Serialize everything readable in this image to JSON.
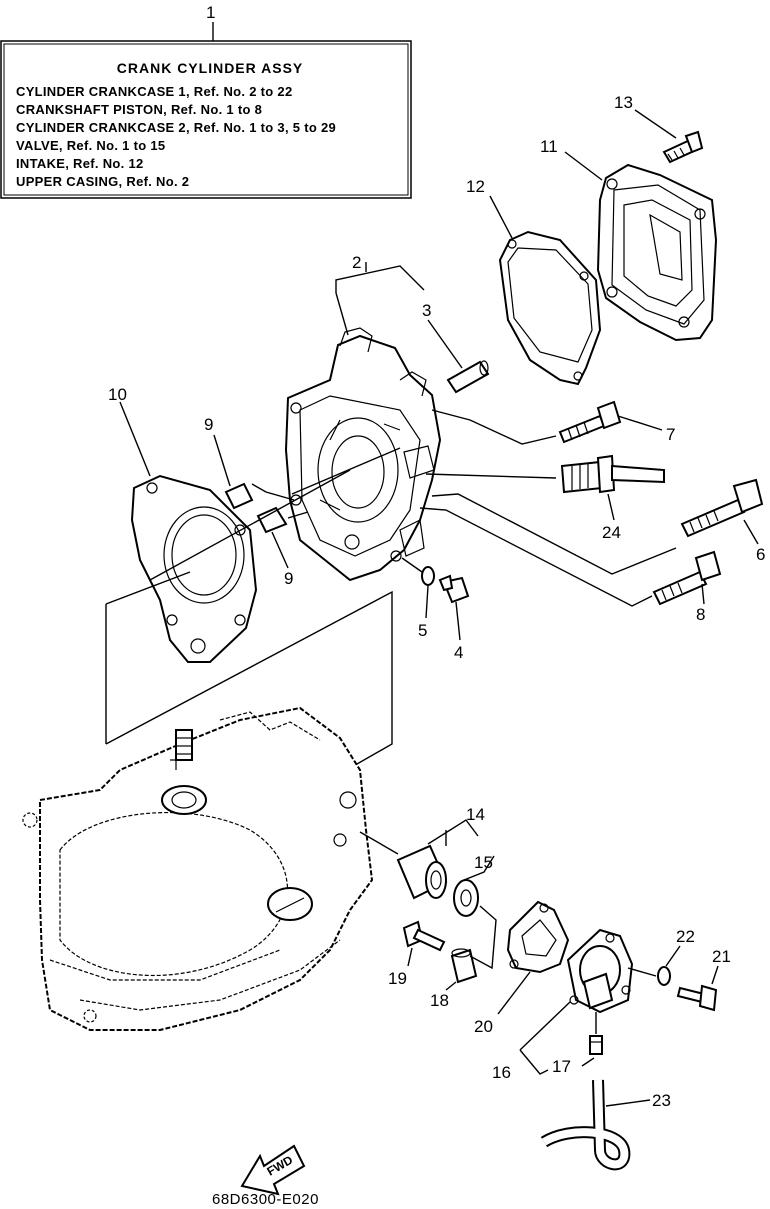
{
  "note_box": {
    "ref_number": "1",
    "title": "CRANK CYLINDER ASSY",
    "lines": [
      "CYLINDER CRANKCASE 1, Ref. No. 2 to 22",
      "CRANKSHAFT PISTON,       Ref. No. 1 to 8",
      "CYLINDER CRANKCASE 2, Ref. No. 1 to 3, 5 to 29",
      "VALVE,   Ref. No. 1 to 15",
      "INTAKE, Ref. No. 12",
      "UPPER CASING, Ref. No. 2"
    ]
  },
  "callouts": {
    "c2": "2",
    "c3": "3",
    "c4": "4",
    "c5": "5",
    "c6": "6",
    "c7": "7",
    "c8": "8",
    "c9a": "9",
    "c9b": "9",
    "c10": "10",
    "c11": "11",
    "c12": "12",
    "c13": "13",
    "c14": "14",
    "c15": "15",
    "c16": "16",
    "c17": "17",
    "c18": "18",
    "c19": "19",
    "c20": "20",
    "c21": "21",
    "c22": "22",
    "c23": "23",
    "c24": "24"
  },
  "fwd_label": "FWD",
  "diagram_code": "68D6300-E020"
}
